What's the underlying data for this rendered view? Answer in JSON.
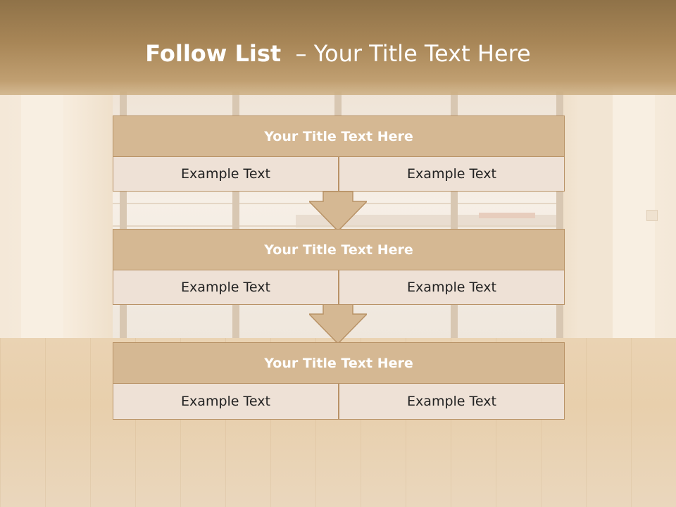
{
  "slide": {
    "title_bold": "Follow List",
    "title_rest": "  – Your Title Text Here"
  },
  "blocks": [
    {
      "title": "Your Title Text Here",
      "cells": [
        "Example Text",
        "Example Text"
      ]
    },
    {
      "title": "Your Title Text Here",
      "cells": [
        "Example Text",
        "Example Text"
      ]
    },
    {
      "title": "Your Title Text Here",
      "cells": [
        "Example Text",
        "Example Text"
      ]
    }
  ],
  "colors": {
    "title_band": "#a88657",
    "block_header": "#d5b893",
    "block_cell": "#eee1d6",
    "border": "#b89266",
    "arrow_fill": "#d5b893",
    "title_text": "#ffffff",
    "cell_text": "#222222"
  },
  "icons": {
    "connector": "down-arrow-icon",
    "background": "empty-room-photo"
  }
}
